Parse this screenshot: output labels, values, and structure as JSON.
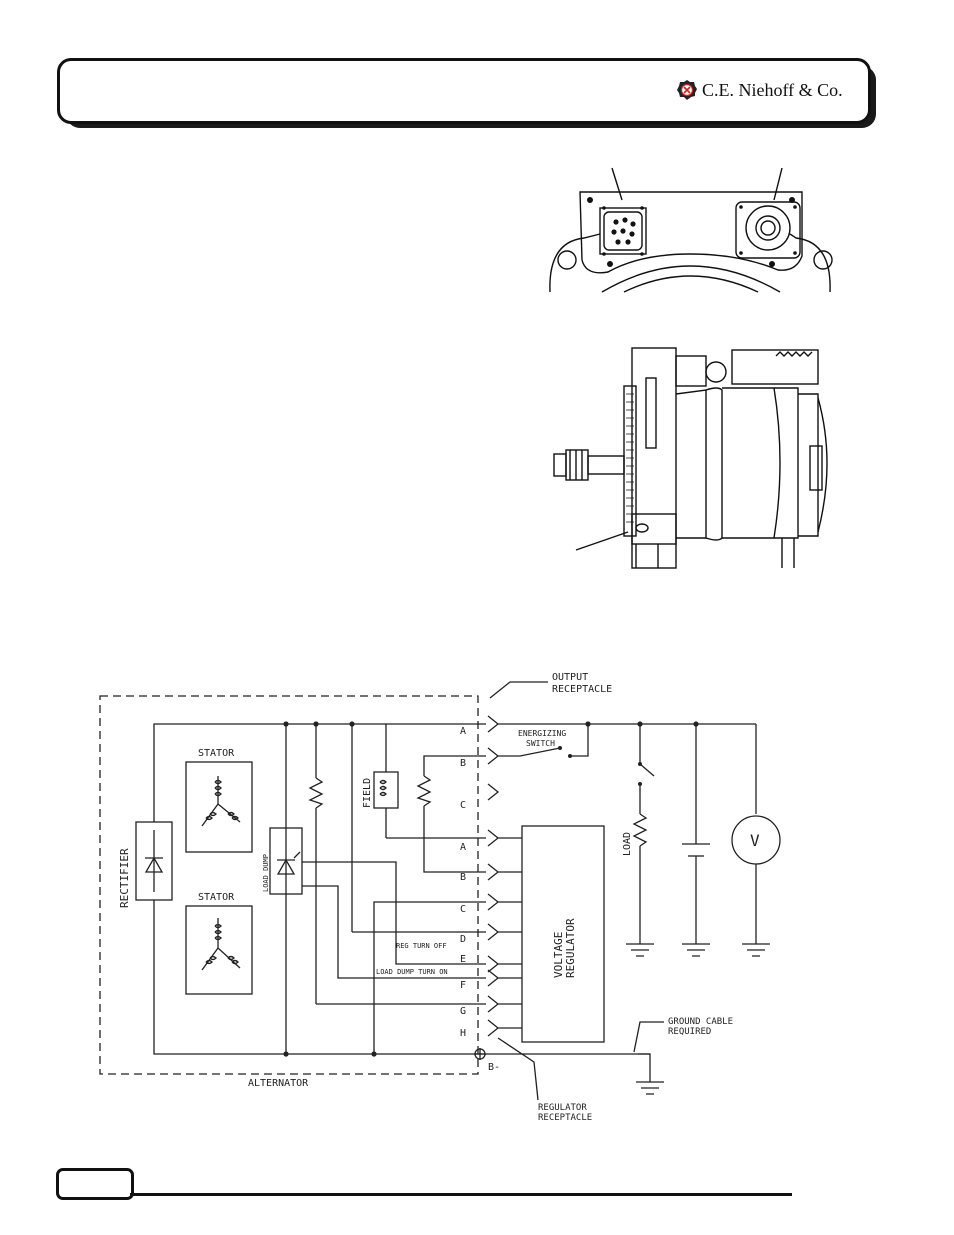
{
  "header": {
    "brand": "C.E. Niehoff & Co.",
    "logo_icon": "niehoff-gear-logo-icon"
  },
  "schematic": {
    "output_receptacle": [
      "OUTPUT",
      "RECEPTACLE"
    ],
    "regulator_receptacle": [
      "REGULATOR",
      "RECEPTACLE"
    ],
    "energizing_switch": [
      "ENERGIZING",
      "SWITCH"
    ],
    "ground_cable": [
      "GROUND CABLE",
      "REQUIRED"
    ],
    "stator_top": "STATOR",
    "stator_bottom": "STATOR",
    "rectifier": "RECTIFIER",
    "load_dump": "LOAD DUMP",
    "field": "FIELD",
    "voltage_regulator": [
      "VOLTAGE",
      "REGULATOR"
    ],
    "load": "LOAD",
    "voltmeter": "V",
    "reg_turn_off": "REG TURN OFF",
    "load_dump_turn_on": "LOAD DUMP TURN ON",
    "alternator": "ALTERNATOR",
    "b_minus": "B-",
    "output_pins": [
      "A",
      "B",
      "C"
    ],
    "regulator_pins": [
      "A",
      "B",
      "C",
      "D",
      "E",
      "F",
      "G",
      "H"
    ]
  }
}
